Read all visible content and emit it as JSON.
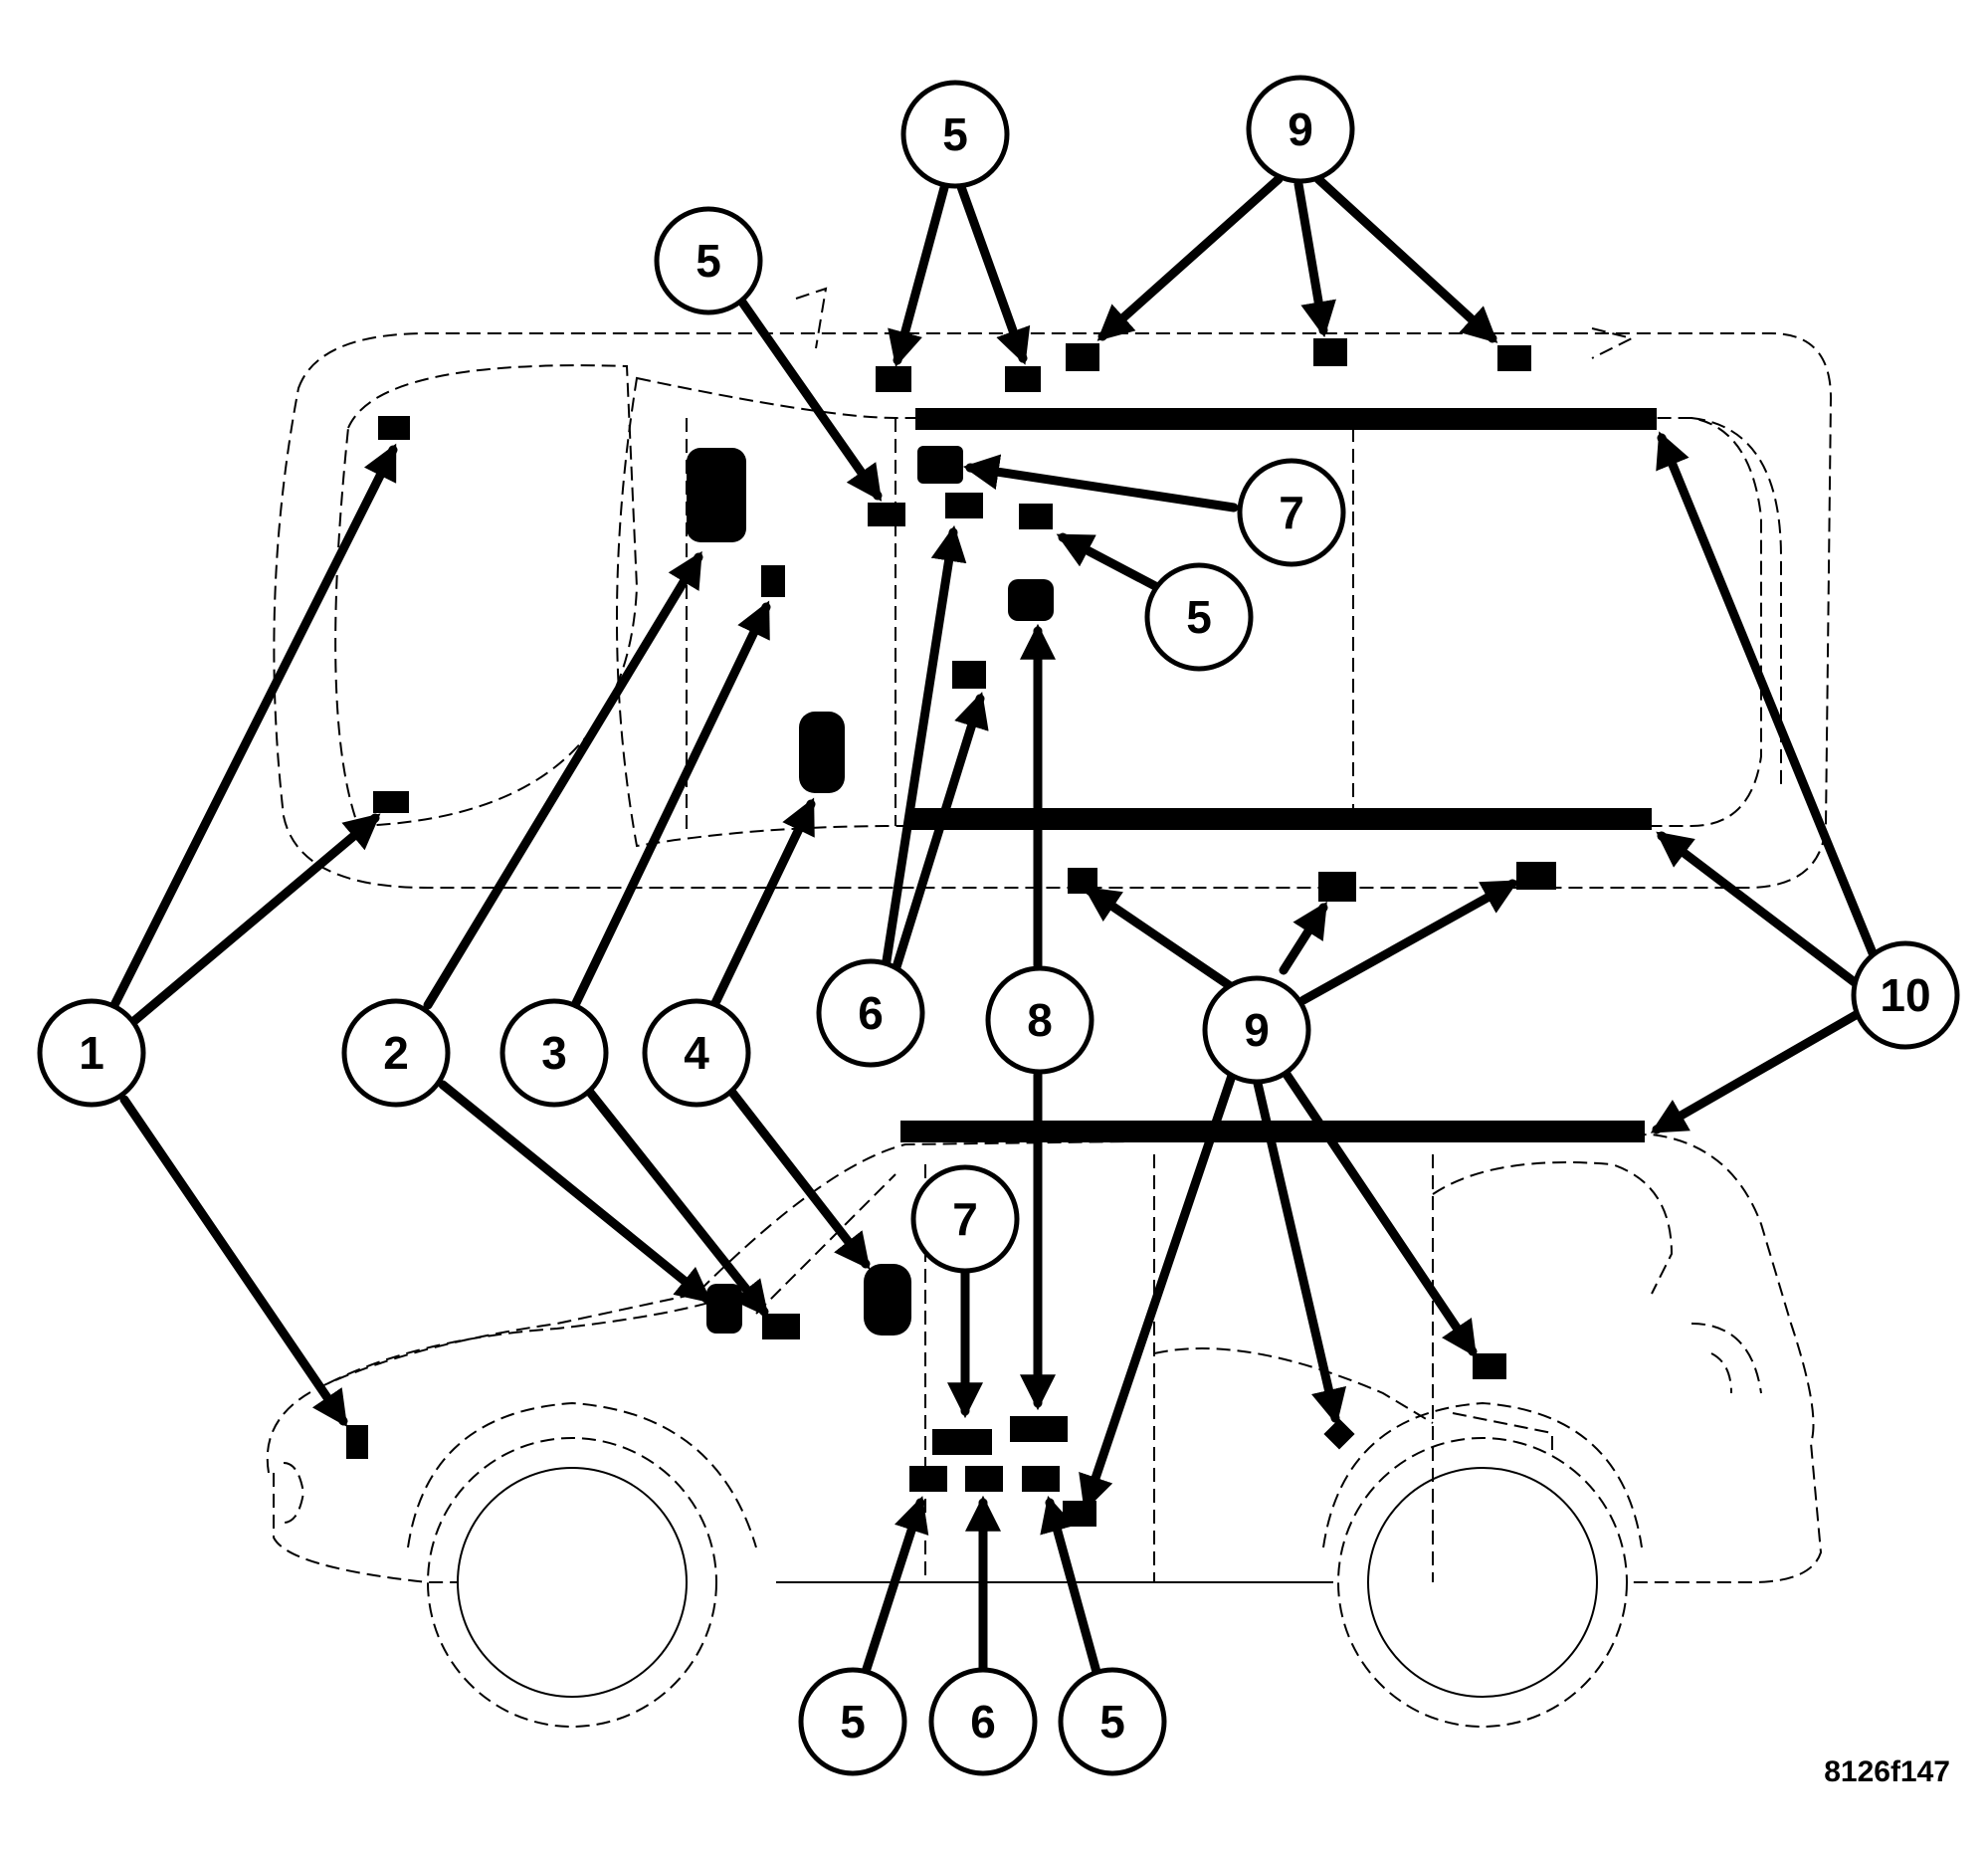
{
  "figure_id": "8126f147",
  "colors": {
    "ink": "#000000",
    "paper": "#ffffff"
  },
  "callouts": {
    "c1": "1",
    "c2": "2",
    "c3": "3",
    "c4": "4",
    "c5_top_left": "5",
    "c5_top_mid": "5",
    "c5_right": "5",
    "c5_bottom_left": "5",
    "c5_bottom_right": "5",
    "c6_mid": "6",
    "c6_bottom": "6",
    "c7_right": "7",
    "c7_lower": "7",
    "c8": "8",
    "c9_top": "9",
    "c9_mid": "9",
    "c10": "10"
  }
}
